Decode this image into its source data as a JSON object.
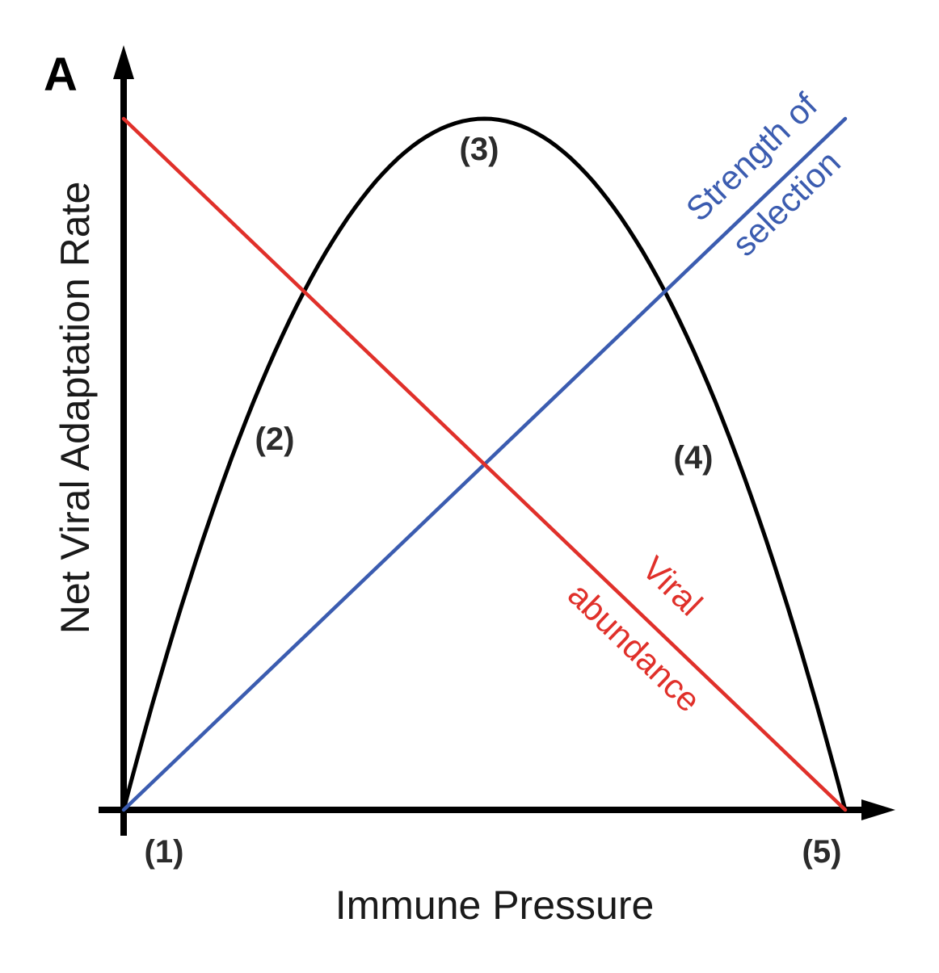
{
  "chart_data": {
    "type": "line",
    "panel_label": "A",
    "title": "",
    "xlabel": "Immune Pressure",
    "ylabel": "Net Viral Adaptation Rate",
    "xlim": [
      0,
      1
    ],
    "ylim": [
      0,
      1
    ],
    "grid": false,
    "axis_ticks": false,
    "series": [
      {
        "key": "adaptation",
        "color": "#000000",
        "shape": "parabola",
        "x": [
          0,
          0.1,
          0.2,
          0.3,
          0.4,
          0.5,
          0.6,
          0.7,
          0.8,
          0.9,
          1.0
        ],
        "y": [
          0,
          0.36,
          0.64,
          0.84,
          0.96,
          1.0,
          0.96,
          0.84,
          0.64,
          0.36,
          0
        ]
      },
      {
        "key": "selection",
        "name": [
          "Strength of",
          "selection"
        ],
        "color": "#3b5cb0",
        "x": [
          0,
          1
        ],
        "y": [
          0,
          1
        ]
      },
      {
        "key": "abundance",
        "name": [
          "Viral",
          "abundance"
        ],
        "color": "#e0302a",
        "x": [
          0,
          1
        ],
        "y": [
          1,
          0
        ]
      }
    ],
    "annotations": [
      {
        "text": "(1)",
        "x": 0.0,
        "y": 0.0
      },
      {
        "text": "(2)",
        "x": 0.21,
        "y": 0.55
      },
      {
        "text": "(3)",
        "x": 0.5,
        "y": 1.0
      },
      {
        "text": "(4)",
        "x": 0.79,
        "y": 0.55
      },
      {
        "text": "(5)",
        "x": 1.0,
        "y": 0.0
      }
    ]
  }
}
